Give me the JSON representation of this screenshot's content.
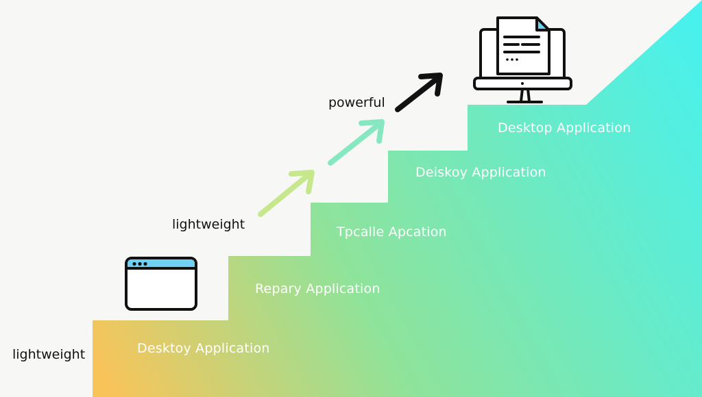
{
  "steps": [
    {
      "label": "Desktoy Application"
    },
    {
      "label": "Repary Application"
    },
    {
      "label": "Tpcalle Apcation"
    },
    {
      "label": "Deiskoy Application"
    },
    {
      "label": "Desktop Application"
    }
  ],
  "labels": {
    "lightweight_bottom": "lightweight",
    "lightweight_mid": "lightweight",
    "powerful": "powerful"
  },
  "colors": {
    "gradient_start": "#f8c45a",
    "gradient_mid": "#8fe39a",
    "gradient_end": "#48f1ee",
    "arrow_start": "#c8e88a",
    "arrow_mid": "#86e8c0",
    "arrow_end": "#111111",
    "icon_accent": "#6fd0f2",
    "background": "#f7f7f6"
  },
  "icons": {
    "browser": "browser-window-icon",
    "desktop": "desktop-monitor-document-icon"
  }
}
